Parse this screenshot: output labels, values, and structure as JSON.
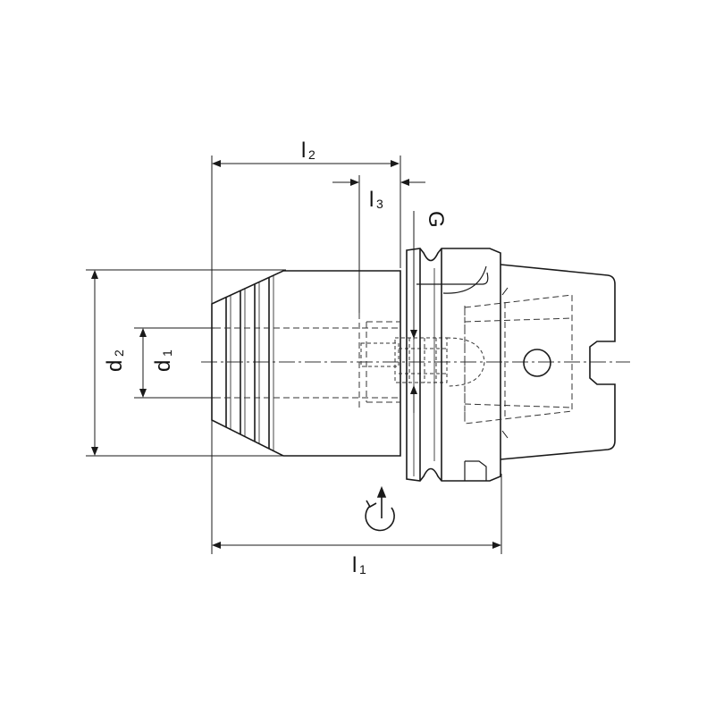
{
  "dimensions": {
    "l1": {
      "main": "l",
      "sub": "1"
    },
    "l2": {
      "main": "l",
      "sub": "2"
    },
    "l3": {
      "main": "l",
      "sub": "3"
    },
    "d1": {
      "main": "d",
      "sub": "1"
    },
    "d2": {
      "main": "d",
      "sub": "2"
    },
    "thread": {
      "main": "G"
    }
  },
  "symbols": [
    "coolant-rotation-icon"
  ],
  "colors": {
    "line": "#1a1a1a",
    "background": "#ffffff"
  }
}
